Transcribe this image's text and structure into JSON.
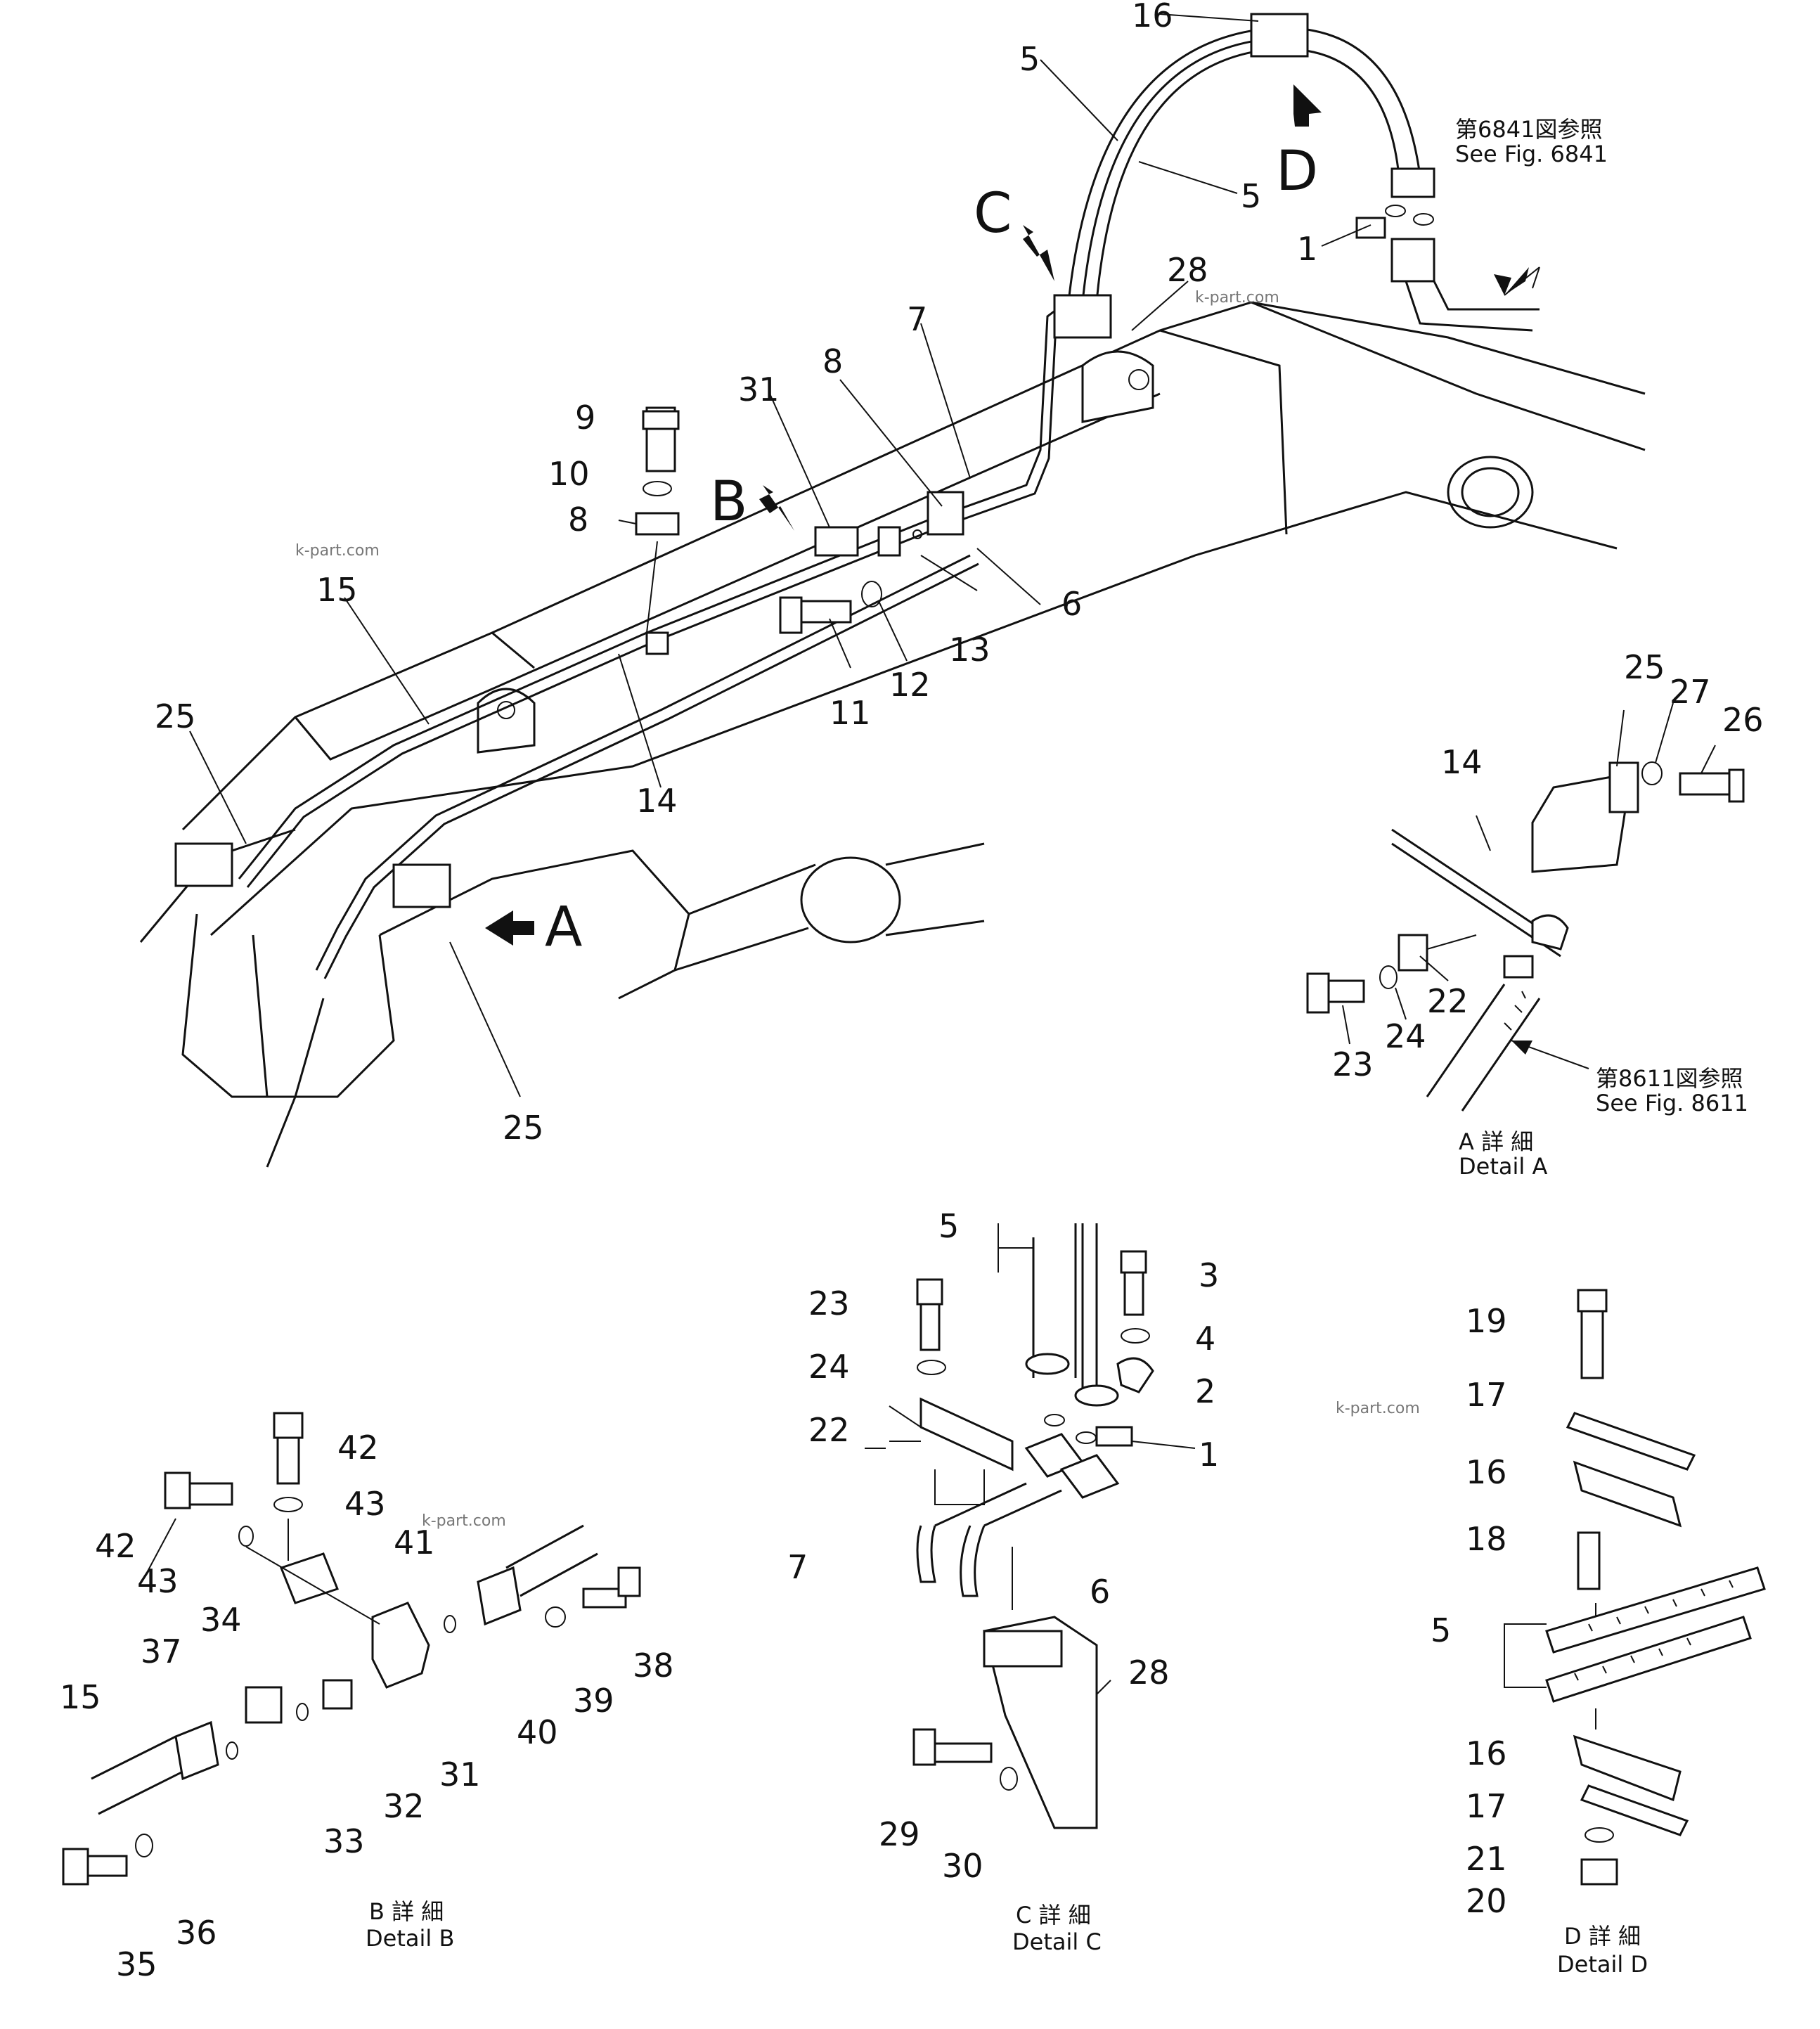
{
  "callouts": {
    "main": [
      "16",
      "5",
      "5",
      "D",
      "C",
      "28",
      "1",
      "7",
      "8",
      "31",
      "B",
      "9",
      "10",
      "8",
      "13",
      "6",
      "11",
      "12",
      "15",
      "14",
      "25",
      "A",
      "25"
    ],
    "main_notes": [
      "第6841図参照",
      "See Fig. 6841"
    ],
    "detail_a": [
      "25",
      "27",
      "26",
      "14",
      "22",
      "23",
      "24"
    ],
    "detail_a_notes": [
      "第8611図参照",
      "See Fig. 8611"
    ],
    "detail_a_caption": [
      "A 詳 細",
      "Detail A"
    ],
    "detail_b": [
      "42",
      "43",
      "42",
      "43",
      "41",
      "34",
      "37",
      "15",
      "31",
      "32",
      "33",
      "40",
      "39",
      "38",
      "35",
      "36"
    ],
    "detail_b_caption": [
      "B 詳 細",
      "Detail B"
    ],
    "detail_c": [
      "5",
      "3",
      "23",
      "4",
      "24",
      "2",
      "22",
      "1",
      "7",
      "6",
      "28",
      "29",
      "30"
    ],
    "detail_c_caption": [
      "C 詳 細",
      "Detail C"
    ],
    "detail_d": [
      "19",
      "17",
      "16",
      "18",
      "5",
      "16",
      "17",
      "21",
      "20"
    ],
    "detail_d_caption": [
      "D 詳 細",
      "Detail D"
    ]
  },
  "watermark": "k-part.com"
}
